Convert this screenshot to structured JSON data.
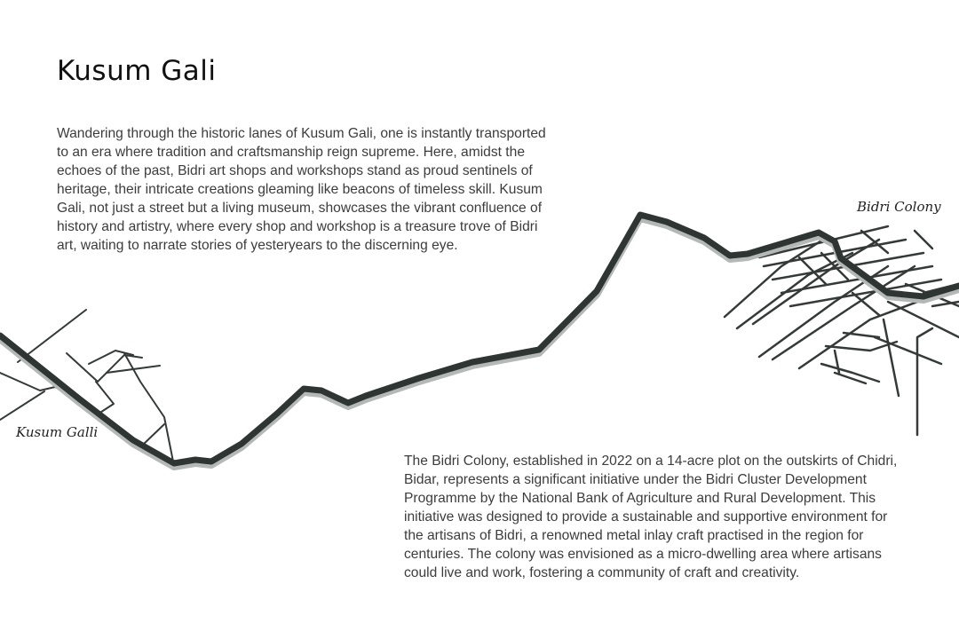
{
  "page": {
    "title": "Kusum Gali"
  },
  "paragraphs": {
    "kusum_gali": "Wandering through the historic lanes of Kusum Gali, one is instantly transported to an era where tradition and craftsmanship reign supreme. Here, amidst the echoes of the past, Bidri art shops and workshops stand as proud sentinels of heritage, their intricate creations gleaming like beacons of timeless skill. Kusum Gali, not just a street but a living museum, showcases the vibrant confluence of history and artistry, where every shop and workshop is a treasure trove of Bidri art, waiting to narrate stories of yesteryears to the discerning eye.",
    "bidri_colony": "The Bidri Colony, established in 2022 on a 14-acre plot on the outskirts of Chidri, Bidar, represents a significant initiative under the Bidri Cluster Development Programme by the National Bank of Agriculture and Rural Development. This initiative was designed to provide a sustainable and supportive environment for the artisans of Bidri, a renowned metal inlay craft practised in the region for centuries. The colony was envisioned as a micro-dwelling area where artisans could live and work, fostering a community of craft and creativity."
  },
  "map": {
    "labels": {
      "kusum_galli": "Kusum Galli",
      "bidri_colony": "Bidri Colony"
    },
    "colors": {
      "route": "#2f3532",
      "route_shadow": "#b4b8b6",
      "streets": "#353a38"
    }
  }
}
